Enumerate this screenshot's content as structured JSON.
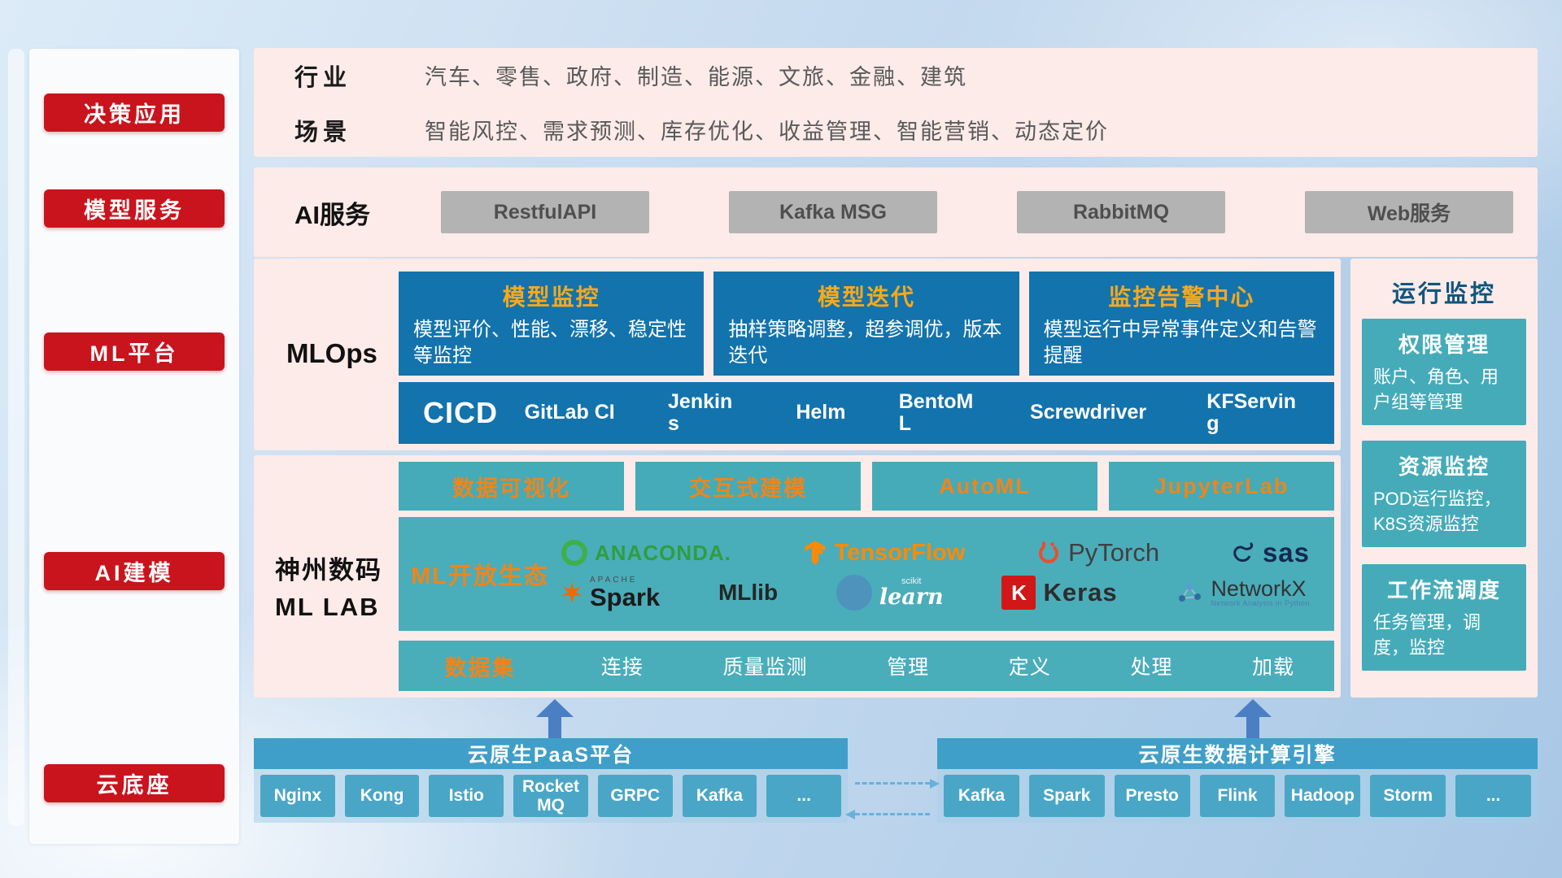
{
  "palette": {
    "badge_red": "#c9141d",
    "panel_pink": "#fcebe8",
    "deep_blue": "#1373ad",
    "teal": "#49acb9",
    "bar_blue": "#3f9fc8",
    "chip_blue": "#4aa6c6",
    "accent_orange": "#f8a81d",
    "button_orange": "#f08519",
    "arrow_blue": "#4a7fc4"
  },
  "sidebar": {
    "items": [
      {
        "label": "决策应用"
      },
      {
        "label": "模型服务"
      },
      {
        "label": "ML平台"
      },
      {
        "label": "AI建模"
      },
      {
        "label": "云底座"
      }
    ]
  },
  "industry": {
    "rows": [
      {
        "label": "行业",
        "text": "汽车、零售、政府、制造、能源、文旅、金融、建筑"
      },
      {
        "label": "场景",
        "text": "智能风控、需求预测、库存优化、收益管理、智能营销、动态定价"
      }
    ]
  },
  "ai_service": {
    "label": "AI服务",
    "buttons": [
      "RestfulAPI",
      "Kafka MSG",
      "RabbitMQ",
      "Web服务"
    ]
  },
  "mlops": {
    "label": "MLOps",
    "cards": [
      {
        "title": "模型监控",
        "body": "模型评价、性能、漂移、稳定性等监控"
      },
      {
        "title": "模型迭代",
        "body": "抽样策略调整，超参调优，版本迭代"
      },
      {
        "title": "监控告警中心",
        "body": "模型运行中异常事件定义和告警提醒"
      }
    ],
    "cicd_title": "CICD",
    "cicd_items": [
      "GitLab CI",
      "Jenkins",
      "Helm",
      "BentoML",
      "Screwdriver",
      "KFServing"
    ]
  },
  "monitoring": {
    "title": "运行监控",
    "cards": [
      {
        "title": "权限管理",
        "body": "账户、角色、用户组等管理"
      },
      {
        "title": "资源监控",
        "body": "POD运行监控，K8S资源监控"
      },
      {
        "title": "工作流调度",
        "body": "任务管理，调度，监控"
      }
    ]
  },
  "mllab": {
    "label_line1": "神州数码",
    "label_line2": "ML LAB",
    "buttons": [
      "数据可视化",
      "交互式建模",
      "AutoML",
      "JupyterLab"
    ],
    "eco_label": "ML开放生态",
    "logos": {
      "anaconda": "ANACONDA.",
      "tensorflow": "TensorFlow",
      "pytorch": "PyTorch",
      "sas": "sas",
      "spark_apache": "APACHE",
      "spark": "Spark",
      "mllib": "MLlib",
      "scikit_top": "scikit",
      "scikit_main": "learn",
      "keras_letter": "K",
      "keras": "Keras",
      "networkx": "NetworkX",
      "networkx_sub": "Network Analysis in Python"
    },
    "dataset_label": "数据集",
    "dataset_items": [
      "连接",
      "质量监测",
      "管理",
      "定义",
      "处理",
      "加载"
    ]
  },
  "cloud": {
    "paas_title": "云原生PaaS平台",
    "paas_chips": [
      "Nginx",
      "Kong",
      "Istio",
      "RocketMQ",
      "GRPC",
      "Kafka",
      "..."
    ],
    "engine_title": "云原生数据计算引擎",
    "engine_chips": [
      "Kafka",
      "Spark",
      "Presto",
      "Flink",
      "Hadoop",
      "Storm",
      "..."
    ]
  }
}
